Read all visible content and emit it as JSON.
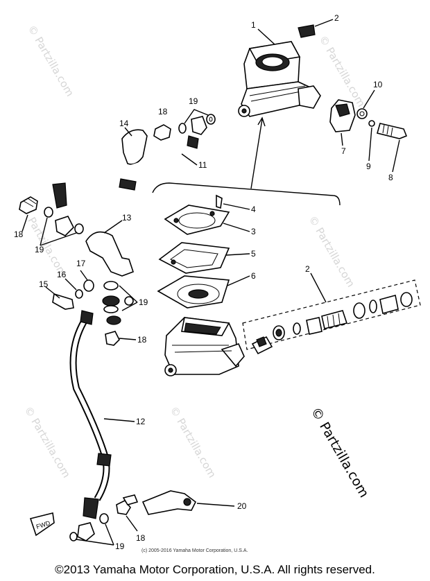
{
  "callouts": {
    "c1": "1",
    "c2a": "2",
    "c2b": "2",
    "c3": "3",
    "c4": "4",
    "c5": "5",
    "c6": "6",
    "c7": "7",
    "c8": "8",
    "c9": "9",
    "c10": "10",
    "c11": "11",
    "c12": "12",
    "c13": "13",
    "c14": "14",
    "c15": "15",
    "c16": "16",
    "c17": "17",
    "c18a": "18",
    "c18b": "18",
    "c18c": "18",
    "c18d": "18",
    "c19a": "19",
    "c19b": "19",
    "c19c": "19",
    "c19d": "19",
    "c20": "20"
  },
  "fwd_label": "FWD",
  "watermarks": {
    "main": "© Partzilla.com",
    "faint": "© Partzilla.com"
  },
  "inner_copyright": "(c) 2005-2016 Yamaha Motor Corporation, U.S.A.",
  "footer_copyright": "©2013 Yamaha Motor Corporation, U.S.A. All rights reserved."
}
